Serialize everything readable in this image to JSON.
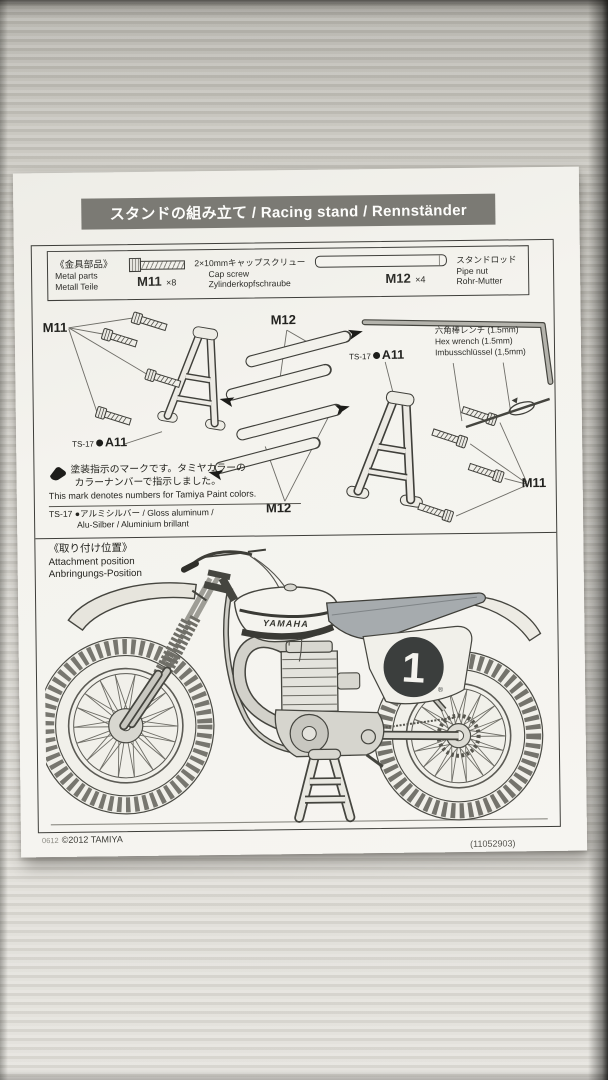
{
  "page": {
    "header": {
      "title": "スタンドの組み立て / Racing stand / Rennständer"
    },
    "parts_box": {
      "group_ja": "《金具部品》",
      "group_en": "Metal parts",
      "group_de": "Metall Teile",
      "items": [
        {
          "code": "M11",
          "qty": "×8",
          "icon": "cap-screw-icon",
          "name_ja": "2×10mmキャップスクリュー",
          "name_en": "Cap screw",
          "name_de": "Zylinderkopfschraube"
        },
        {
          "code": "M12",
          "qty": "×4",
          "icon": "pipe-icon",
          "name_ja": "スタンドロッド",
          "name_en": "Pipe nut",
          "name_de": "Rohr-Mutter"
        }
      ]
    },
    "diagram": {
      "m11": "M11",
      "m12": "M12",
      "ts": "TS-17",
      "a11": "A11",
      "hex_ja": "六角棒レンチ (1.5mm)",
      "hex_en": "Hex wrench (1.5mm)",
      "hex_de": "Imbusschlüssel (1,5mm)"
    },
    "paint_note": {
      "ja1": "塗装指示のマークです。タミヤカラーの",
      "ja2": "カラーナンバーで指示しました。",
      "en": "This mark denotes numbers for Tamiya Paint colors.",
      "color_line1": "TS-17 ●アルミシルバー / Gloss aluminum /",
      "color_line2": "Alu-Silber / Aluminium brillant"
    },
    "attachment": {
      "ja": "《取り付け位置》",
      "en": "Attachment position",
      "de": "Anbringungs-Position",
      "bike": {
        "tank_logo": "YAMAHA",
        "number_plate": "1",
        "reg_mark": "®"
      }
    },
    "footer": {
      "left_small": "0612",
      "left": "©2012 TAMIYA",
      "right": "(11052903)"
    }
  },
  "colors": {
    "header_bar": "#7b7a74",
    "paper": "#f4f3ee",
    "line_art": "#45453f",
    "seat_gray": "#a6abae",
    "number_badge": "#3b3e3d",
    "background_surface": "#d5d3cc"
  }
}
